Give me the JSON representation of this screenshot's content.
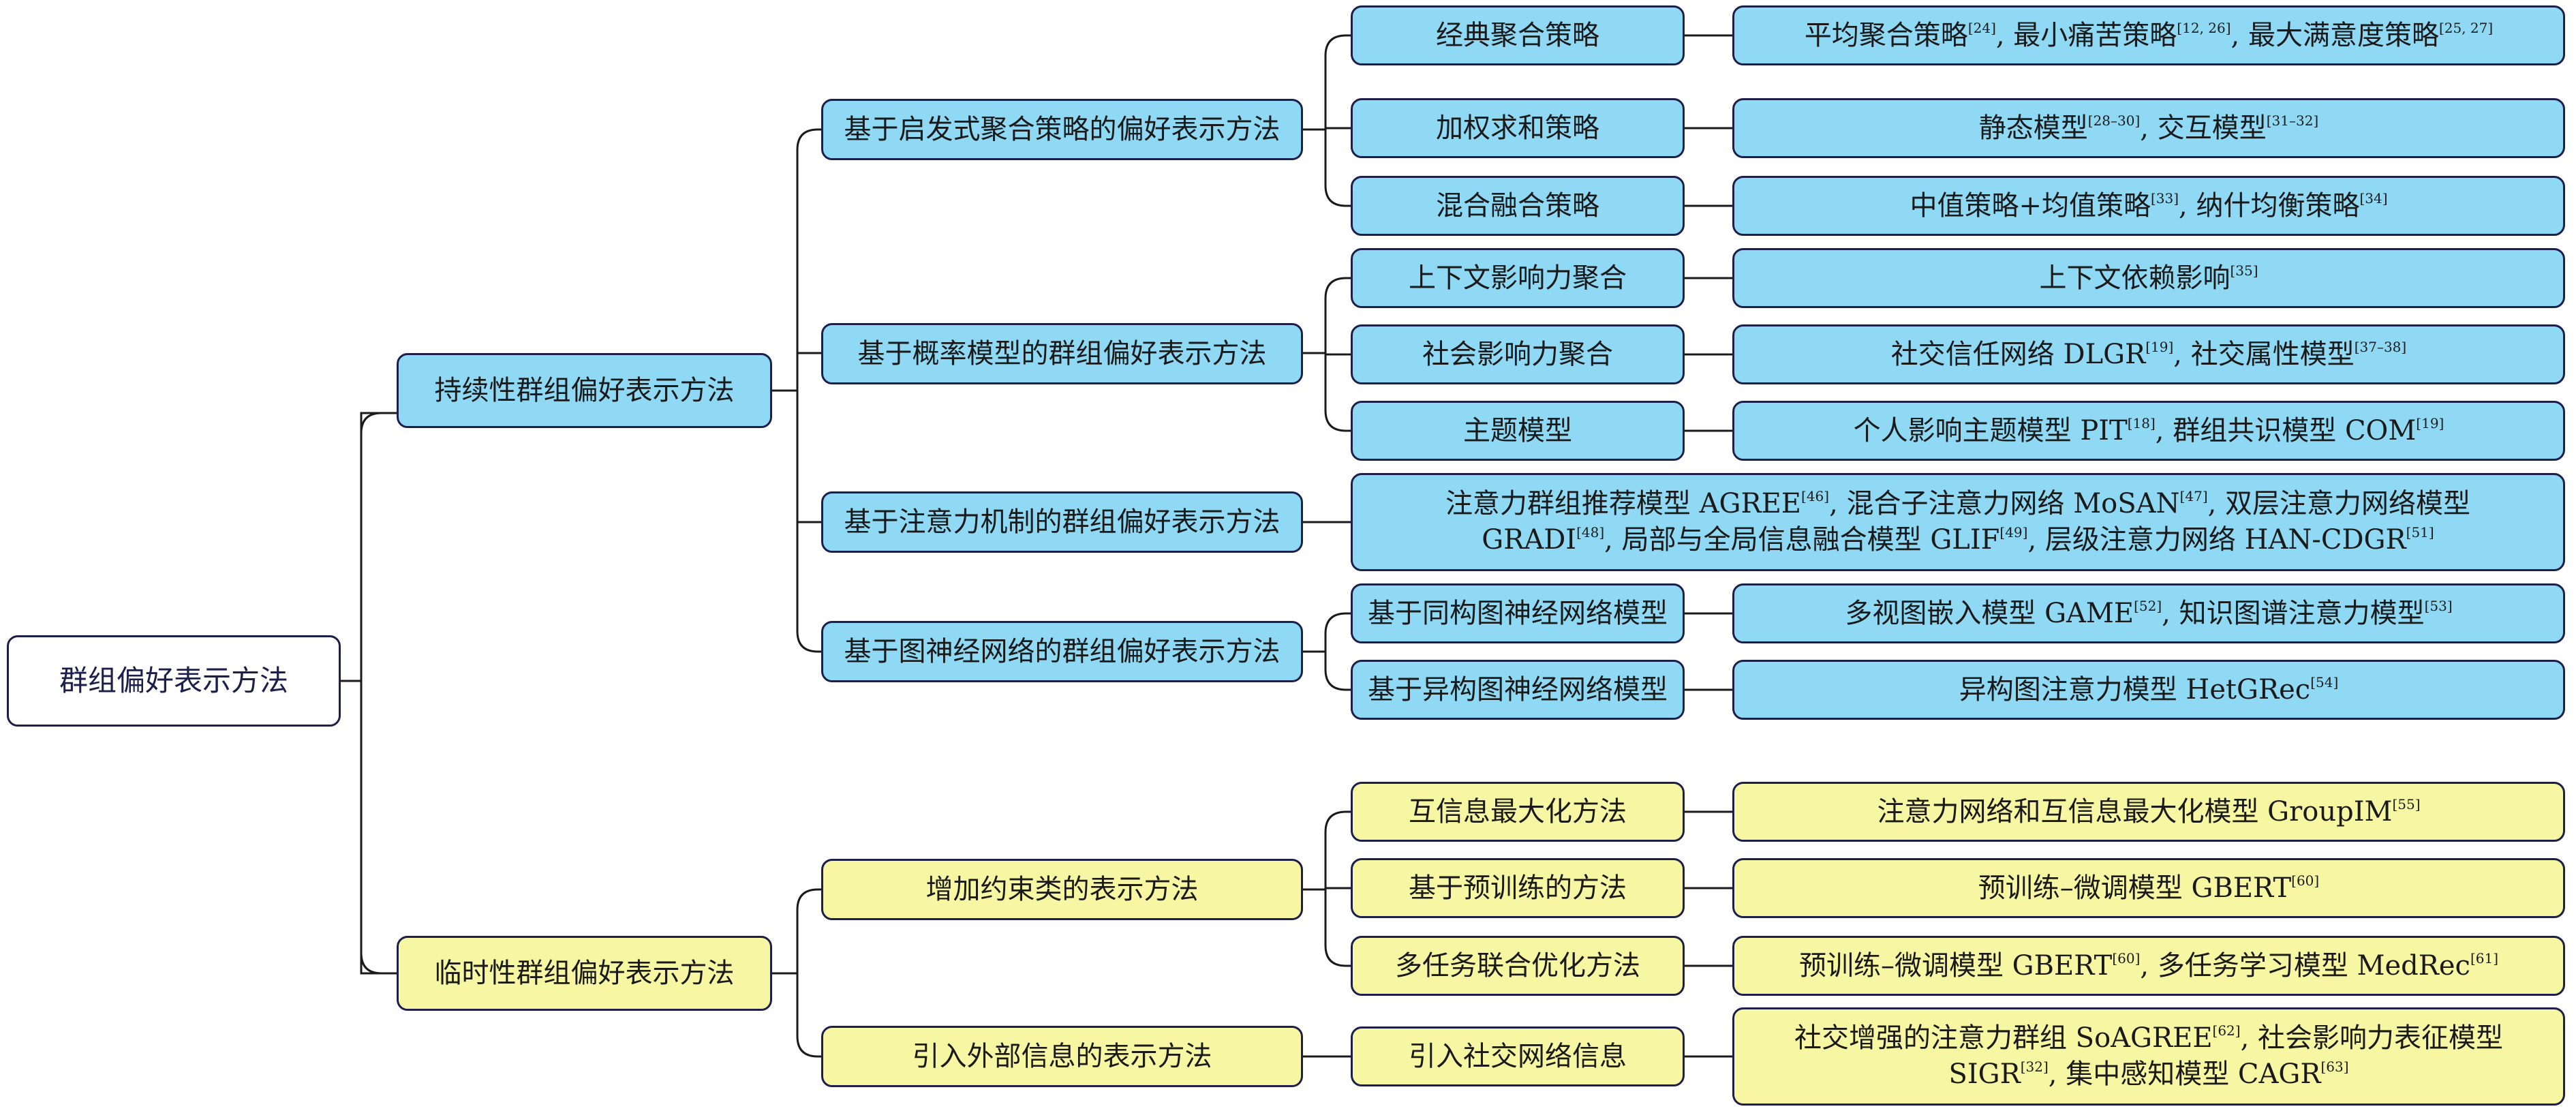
{
  "colors": {
    "level_blue": "#8fd9f5",
    "level_yellow": "#f7f7a3",
    "border": "#1b1f4a"
  },
  "tree": {
    "root": "群组偏好表示方法",
    "persistent": {
      "label": "持续性群组偏好表示方法",
      "heuristic": {
        "label": "基于启发式聚合策略的偏好表示方法",
        "classic": {
          "label": "经典聚合策略",
          "leaf": [
            "平均聚合策略",
            "[24]",
            ", 最小痛苦策略",
            "[12, 26]",
            ", 最大满意度策略",
            "[25, 27]"
          ]
        },
        "weighted": {
          "label": "加权求和策略",
          "leaf": [
            "静态模型",
            "[28–30]",
            ", 交互模型",
            "[31–32]"
          ]
        },
        "mixed": {
          "label": "混合融合策略",
          "leaf": [
            "中值策略+均值策略",
            "[33]",
            ", 纳什均衡策略",
            "[34]"
          ]
        }
      },
      "probabilistic": {
        "label": "基于概率模型的群组偏好表示方法",
        "context": {
          "label": "上下文影响力聚合",
          "leaf": [
            "上下文依赖影响",
            "[35]"
          ]
        },
        "social": {
          "label": "社会影响力聚合",
          "leaf": [
            "社交信任网络 DLGR",
            "[19]",
            ", 社交属性模型",
            "[37–38]"
          ]
        },
        "topic": {
          "label": "主题模型",
          "leaf": [
            "个人影响主题模型 PIT",
            "[18]",
            ", 群组共识模型 COM",
            "[19]"
          ]
        }
      },
      "attention": {
        "label": "基于注意力机制的群组偏好表示方法",
        "leaf_line1": [
          "注意力群组推荐模型 AGREE",
          "[46]",
          ", 混合子注意力网络 MoSAN",
          "[47]",
          ",  双层注意力网络模型"
        ],
        "leaf_line2": [
          "GRADI",
          "[48]",
          ", 局部与全局信息融合模型 GLIF",
          "[49]",
          ", 层级注意力网络 HAN-CDGR",
          "[51]"
        ]
      },
      "gnn": {
        "label": "基于图神经网络的群组偏好表示方法",
        "homo": {
          "label": "基于同构图神经网络模型",
          "leaf": [
            "多视图嵌入模型 GAME",
            "[52]",
            ", 知识图谱注意力模型",
            "[53]"
          ]
        },
        "hetero": {
          "label": "基于异构图神经网络模型",
          "leaf": [
            "异构图注意力模型 HetGRec",
            "[54]"
          ]
        }
      }
    },
    "temporary": {
      "label": "临时性群组偏好表示方法",
      "constraint": {
        "label": "增加约束类的表示方法",
        "mi": {
          "label": "互信息最大化方法",
          "leaf": [
            "注意力网络和互信息最大化模型 GroupIM",
            "[55]"
          ]
        },
        "pretrain": {
          "label": "基于预训练的方法",
          "leaf": [
            "预训练–微调模型 GBERT",
            "[60]"
          ]
        },
        "multitask": {
          "label": "多任务联合优化方法",
          "leaf": [
            "预训练–微调模型 GBERT",
            "[60]",
            ", 多任务学习模型 MedRec",
            "[61]"
          ]
        }
      },
      "external": {
        "label": "引入外部信息的表示方法",
        "socialnet": {
          "label": "引入社交网络信息",
          "leaf_line1": [
            "社交增强的注意力群组 SoAGREE",
            "[62]",
            ", 社会影响力表征模型"
          ],
          "leaf_line2": [
            "SIGR",
            "[32]",
            ", 集中感知模型 CAGR",
            "[63]"
          ]
        }
      }
    }
  }
}
